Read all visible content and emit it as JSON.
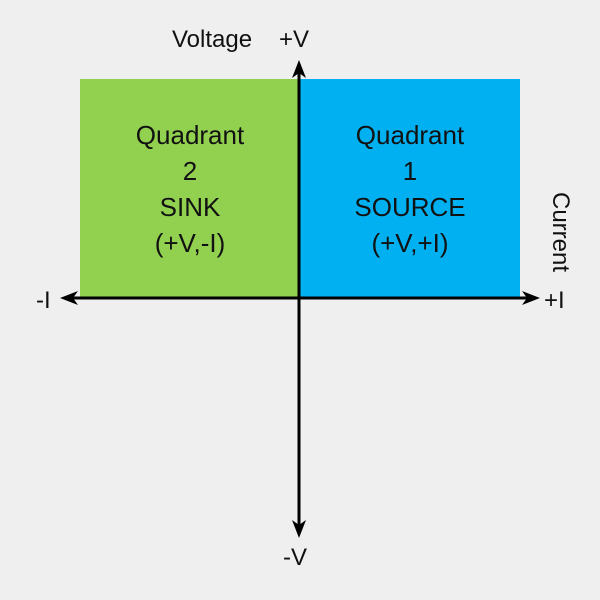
{
  "quadrants": [
    {
      "line1": "Quadrant",
      "line2": "2",
      "line3": "SINK",
      "line4": "(+V,-I)",
      "color": "#92d050"
    },
    {
      "line1": "Quadrant",
      "line2": "1",
      "line3": "SOURCE",
      "line4": "(+V,+I)",
      "color": "#00b0f0"
    }
  ],
  "axes": {
    "voltage_label": "Voltage",
    "pos_v": "+V",
    "neg_v": "-V",
    "pos_i": "+I",
    "neg_i": "-I",
    "current_label": "Current"
  },
  "colors": {
    "background": "#efefef",
    "axis": "#000000"
  }
}
